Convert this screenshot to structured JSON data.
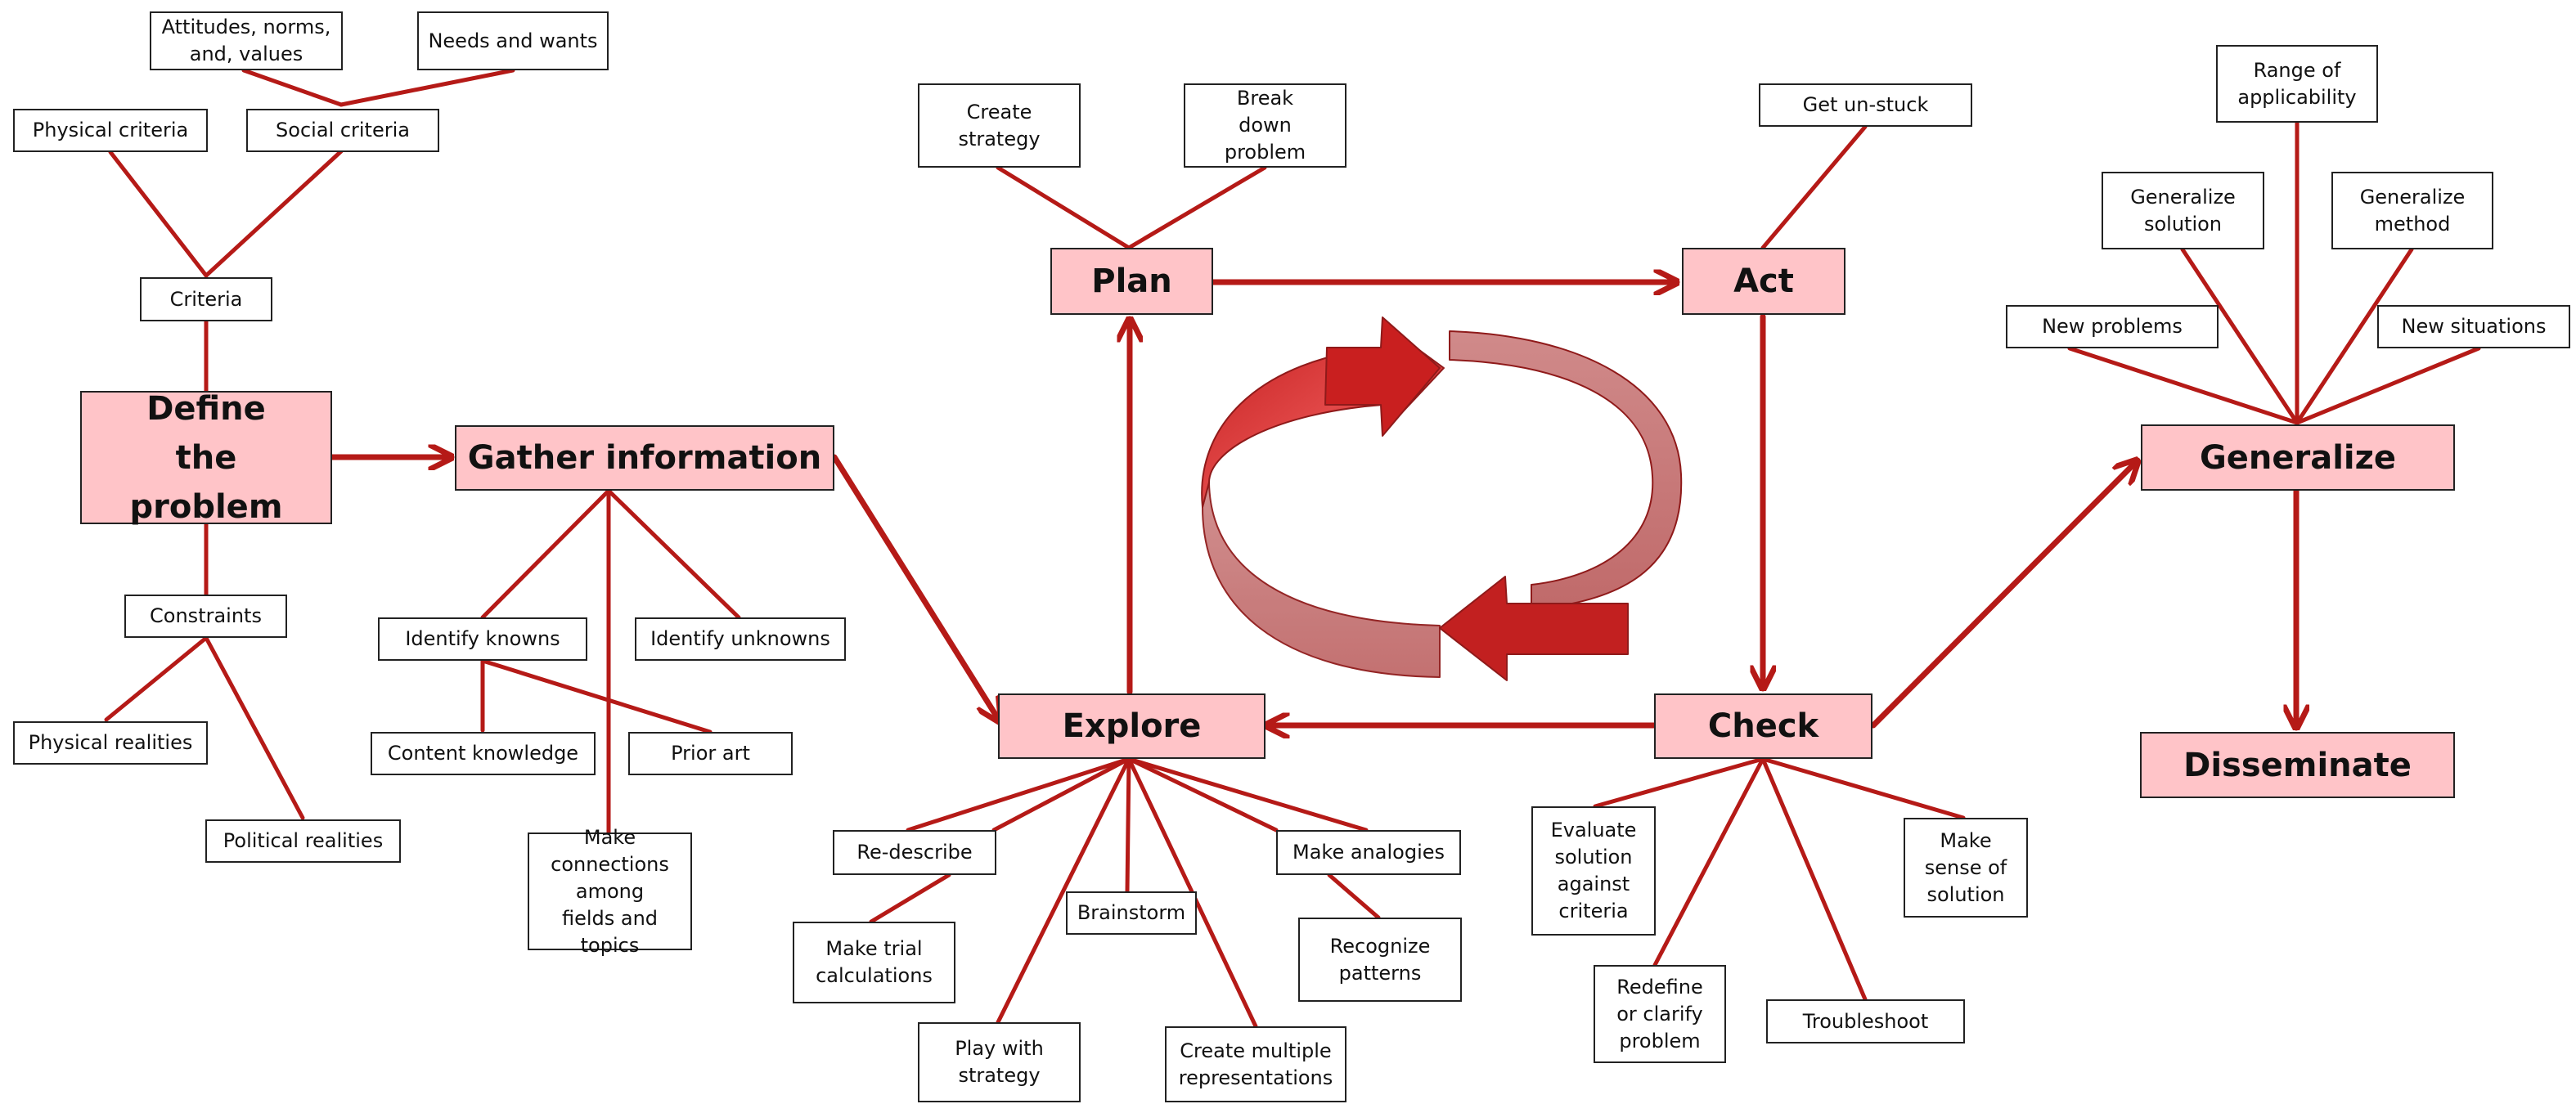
{
  "stages": {
    "define": "Define the problem",
    "gather": "Gather information",
    "plan": "Plan",
    "act": "Act",
    "explore": "Explore",
    "check": "Check",
    "generalize": "Generalize",
    "disseminate": "Disseminate"
  },
  "define": {
    "criteria": "Criteria",
    "physical_criteria": "Physical criteria",
    "social_criteria": "Social criteria",
    "attitudes": "Attitudes, norms, and, values",
    "needs": "Needs and wants",
    "constraints": "Constraints",
    "physical_realities": "Physical realities",
    "political_realities": "Political realities"
  },
  "gather": {
    "identify_knowns": "Identify knowns",
    "identify_unknowns": "Identify unknowns",
    "content_knowledge": "Content knowledge",
    "prior_art": "Prior art",
    "make_connections": "Make connections among fields and topics"
  },
  "plan": {
    "create_strategy": "Create strategy",
    "break_down": "Break down problem"
  },
  "act": {
    "get_unstuck": "Get un-stuck"
  },
  "explore": {
    "redescribe": "Re-describe",
    "trial_calc": "Make trial calculations",
    "brainstorm": "Brainstorm",
    "analogies": "Make analogies",
    "patterns": "Recognize patterns",
    "play": "Play with strategy",
    "multiple_reps": "Create multiple representations"
  },
  "check": {
    "evaluate": "Evaluate solution against criteria",
    "redefine": "Redefine or clarify problem",
    "troubleshoot": "Troubleshoot",
    "make_sense": "Make sense of solution"
  },
  "generalize": {
    "range": "Range of applicability",
    "gen_solution": "Generalize solution",
    "gen_method": "Generalize method",
    "new_problems": "New problems",
    "new_situations": "New situations"
  },
  "colors": {
    "stage_fill": "#ffc4c8",
    "connector": "#b51a17",
    "cycle_icon": "#d63b3b"
  }
}
